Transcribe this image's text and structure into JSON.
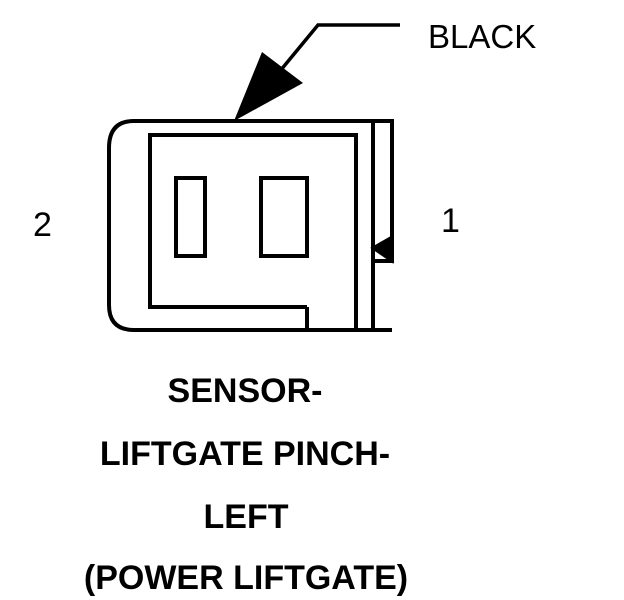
{
  "connector": {
    "color_callout": "BLACK",
    "pins": {
      "left": "2",
      "right": "1"
    },
    "title_lines": [
      "SENSOR-",
      "LIFTGATE PINCH-",
      "LEFT",
      "(POWER LIFTGATE)"
    ]
  },
  "colors": {
    "ink": "#000000",
    "background": "#ffffff"
  }
}
